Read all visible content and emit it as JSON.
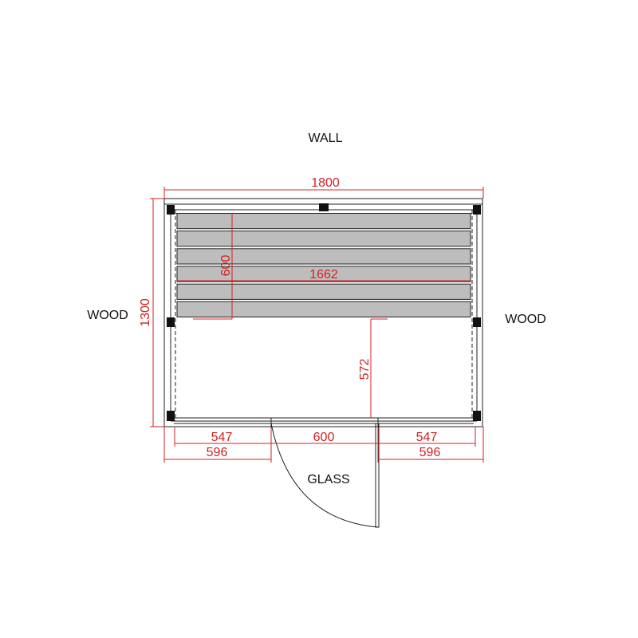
{
  "labels": {
    "wall": "WALL",
    "wood_left": "WOOD",
    "wood_right": "WOOD",
    "glass": "GLASS"
  },
  "dimensions": {
    "overall_width": "1800",
    "overall_depth": "1300",
    "bench_length": "1662",
    "bench_depth": "600",
    "bench_to_front": "572",
    "inner_left": "547",
    "inner_door": "600",
    "inner_right": "547",
    "outer_left": "596",
    "outer_right": "596"
  },
  "colors": {
    "dimension": "#d42020",
    "outline": "#222222",
    "bench_fill": "#bdbdbd",
    "post": "#111111"
  },
  "bench": {
    "slat_count": 6
  }
}
